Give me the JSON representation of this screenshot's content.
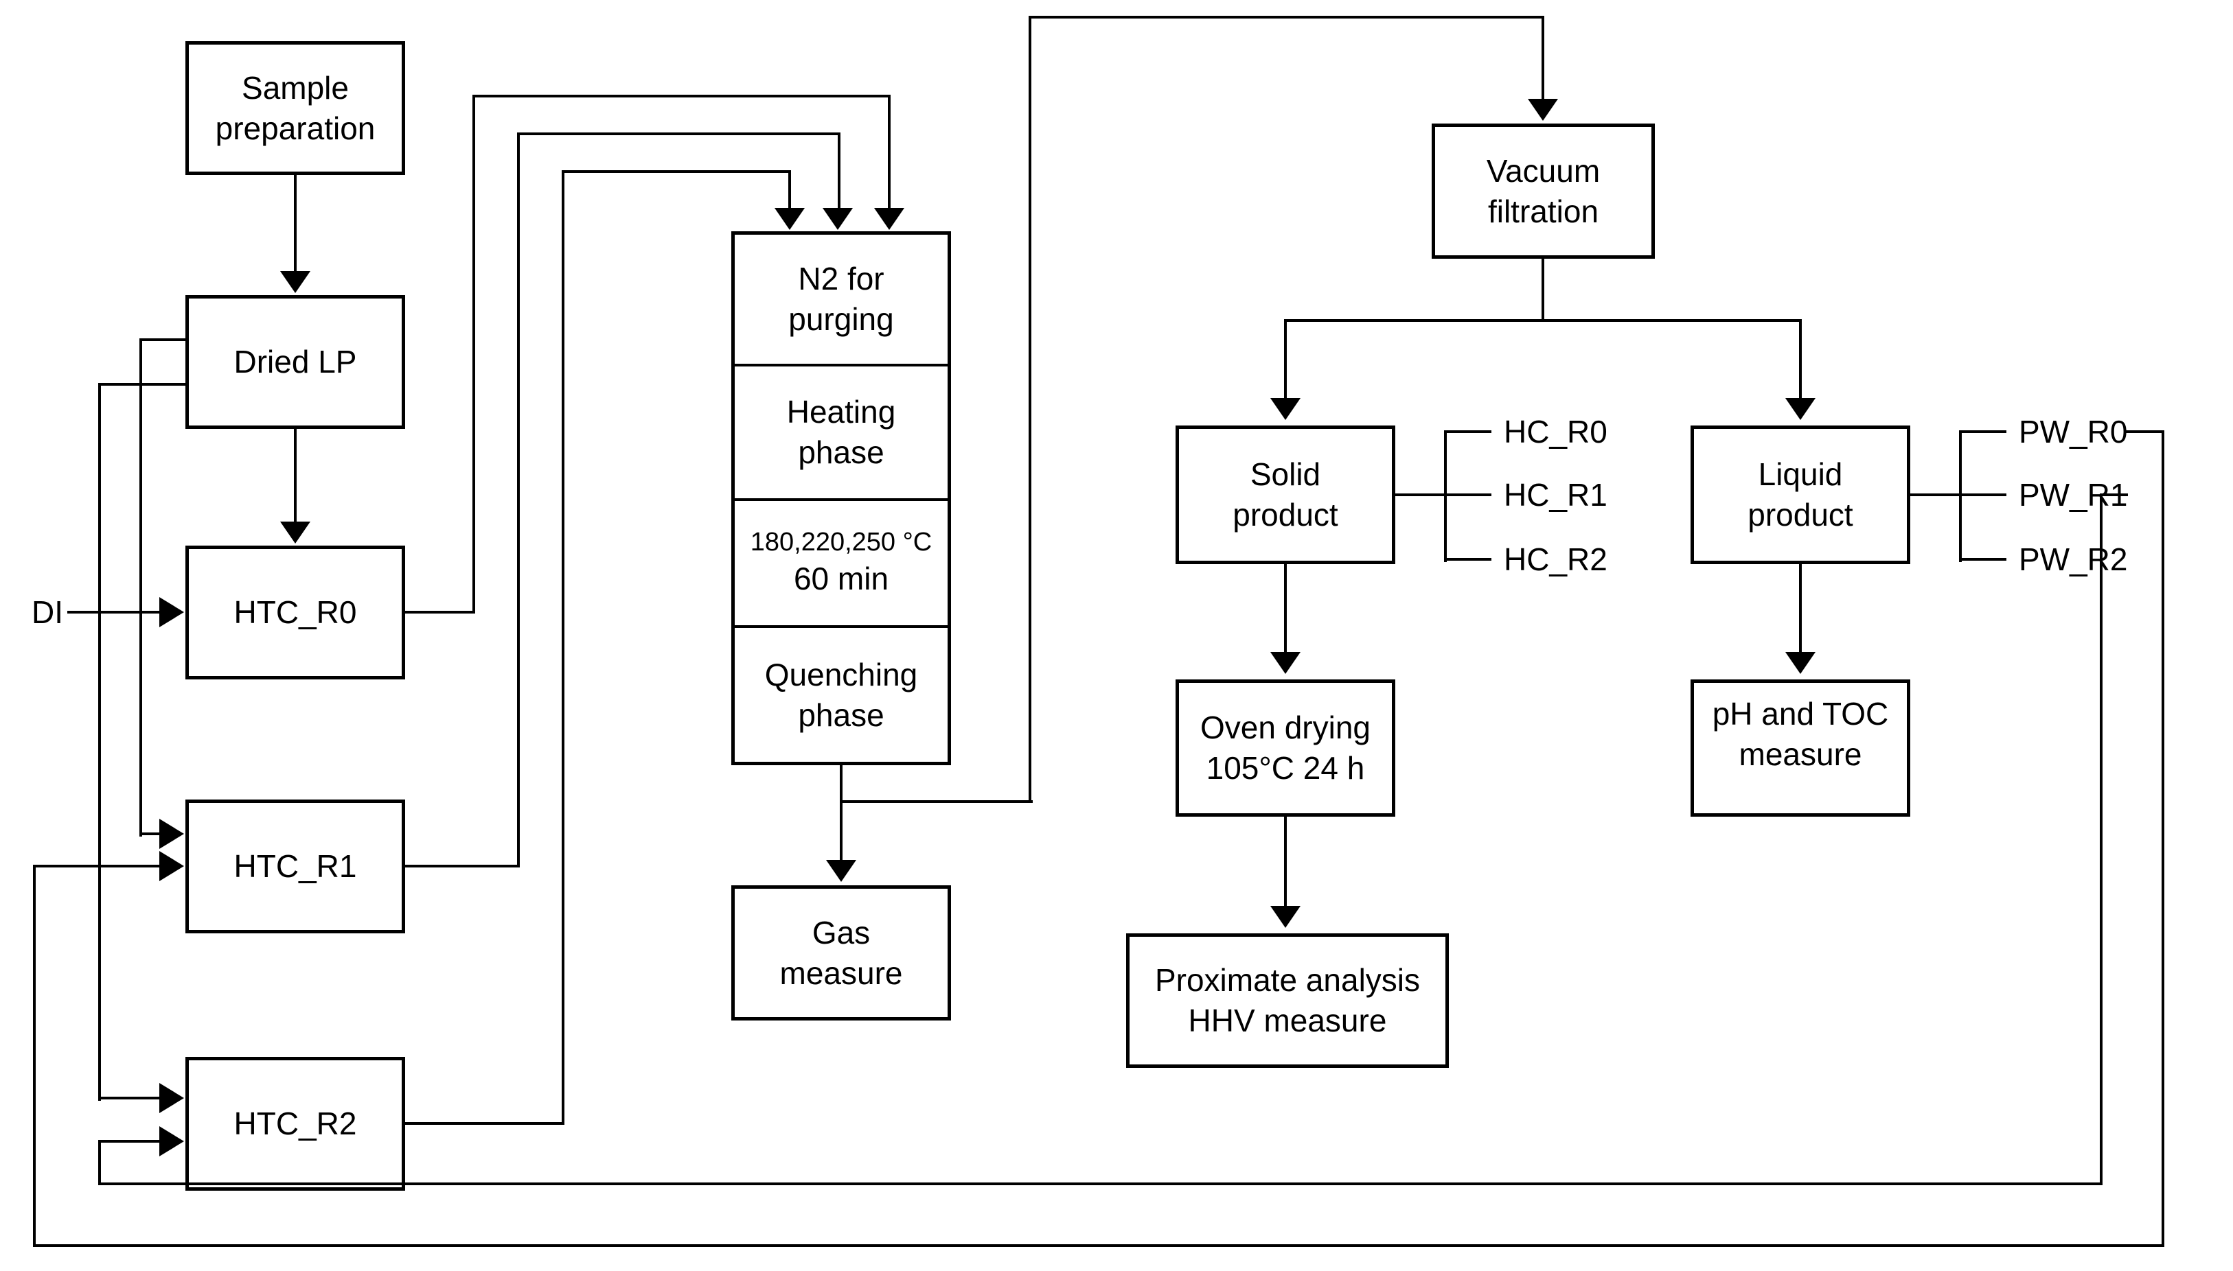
{
  "canvas": {
    "background": "#ffffff",
    "stroke": "#000000"
  },
  "nodes": {
    "sample_preparation": {
      "label": "Sample\npreparation"
    },
    "dried_lp": {
      "label": "Dried LP"
    },
    "htc_r0": {
      "label": "HTC_R0"
    },
    "htc_r1": {
      "label": "HTC_R1"
    },
    "htc_r2": {
      "label": "HTC_R2"
    },
    "gas_measure": {
      "label": "Gas\nmeasure"
    },
    "vacuum_filtration": {
      "label": "Vacuum\nfiltration"
    },
    "solid_product": {
      "label": "Solid\nproduct"
    },
    "liquid_product": {
      "label": "Liquid\nproduct"
    },
    "oven_drying": {
      "label": "Oven drying\n105°C 24 h"
    },
    "ph_toc_measure": {
      "label": "pH and TOC\nmeasure"
    },
    "proximate_analysis": {
      "label": "Proximate analysis\nHHV measure"
    }
  },
  "process_stack": {
    "segments": [
      {
        "label": "N2 for\npurging"
      },
      {
        "label": "Heating\nphase"
      },
      {
        "temp": "180,220,250 °C",
        "duration": "60 min"
      },
      {
        "label": "Quenching\nphase"
      }
    ]
  },
  "inputs": {
    "di": "DI"
  },
  "solid_outputs": [
    "HC_R0",
    "HC_R1",
    "HC_R2"
  ],
  "liquid_outputs": [
    "PW_R0",
    "PW_R1",
    "PW_R2"
  ]
}
